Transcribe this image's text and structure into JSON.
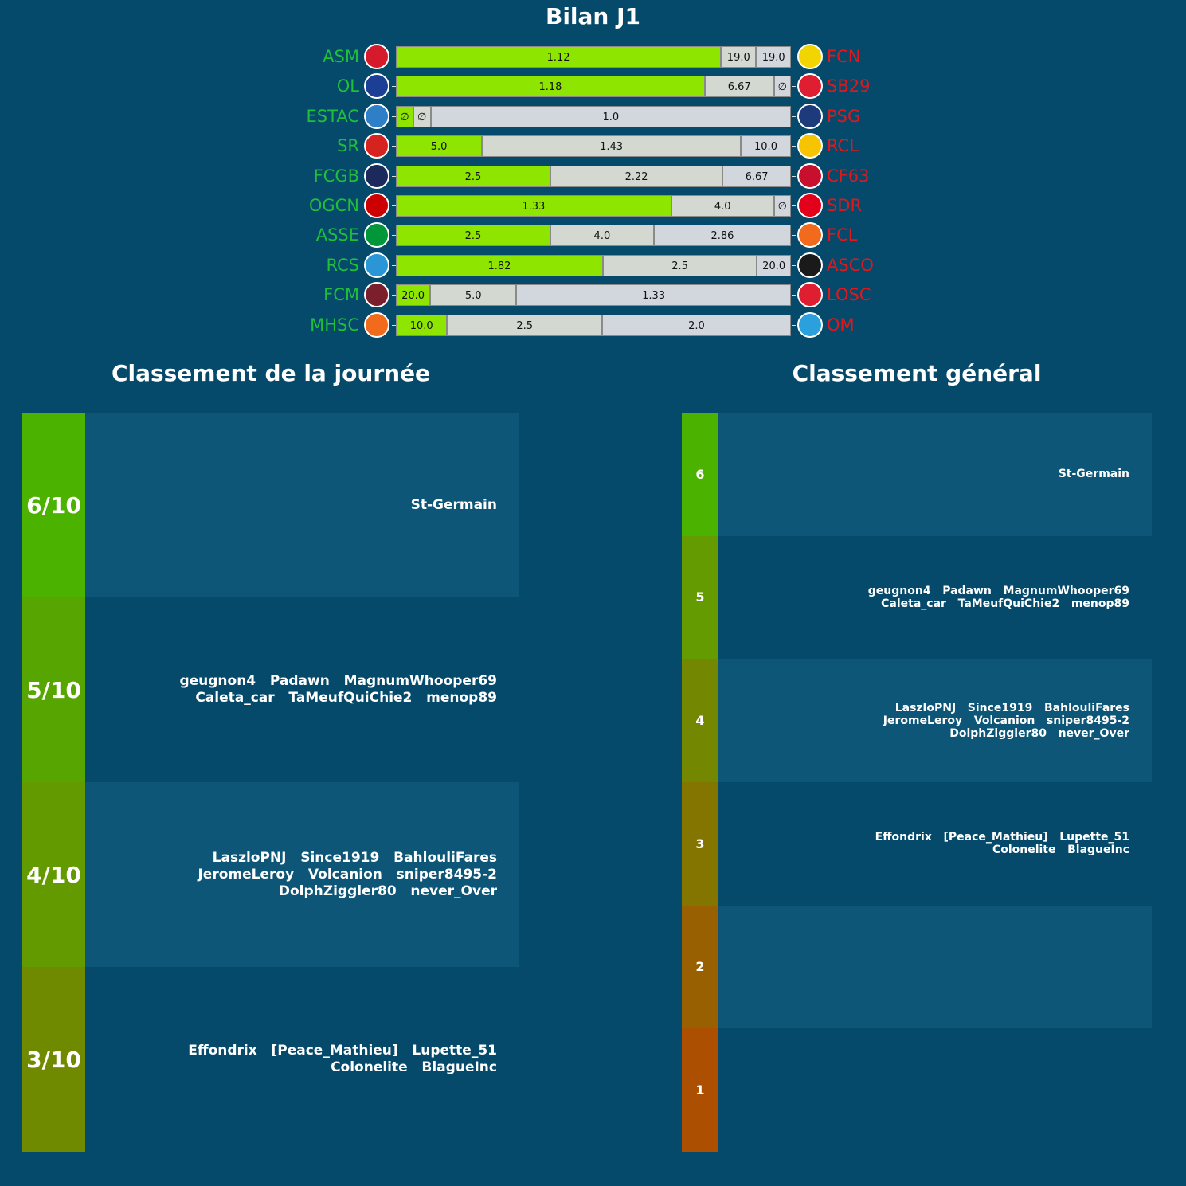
{
  "title": "Bilan J1",
  "left_title": "Classement de la journée",
  "right_title": "Classement général",
  "colors": {
    "home": "#1fbf3a",
    "away": "#e0181e",
    "bar_win": "#8ee600",
    "bar_draw": "#d3d9d0",
    "bar_loss": "#d2d6dd"
  },
  "chart_data": [
    {
      "type": "bar",
      "orientation": "horizontal-stacked",
      "title": "Bilan J1",
      "series_note": "segments: home win / draw / away win, labels are printed values",
      "matches": [
        {
          "home": "ASM",
          "away": "FCN",
          "shares": [
            0.823,
            0.089,
            0.088
          ],
          "labels": [
            "1.12",
            "19.0",
            "19.0"
          ],
          "home_color": "#d51b2b",
          "away_color": "#f2d400"
        },
        {
          "home": "OL",
          "away": "SB29",
          "shares": [
            0.782,
            0.175,
            0.043
          ],
          "labels": [
            "1.18",
            "6.67",
            "∅"
          ],
          "home_color": "#1c3f95",
          "away_color": "#e01e32"
        },
        {
          "home": "ESTAC",
          "away": "PSG",
          "shares": [
            0.044,
            0.044,
            0.912
          ],
          "labels": [
            "∅",
            "∅",
            "1.0"
          ],
          "home_color": "#2f7ec8",
          "away_color": "#1d3b7a"
        },
        {
          "home": "SR",
          "away": "RCL",
          "shares": [
            0.218,
            0.655,
            0.127
          ],
          "labels": [
            "5.0",
            "1.43",
            "10.0"
          ],
          "home_color": "#d6231f",
          "away_color": "#f6c400"
        },
        {
          "home": "FCGB",
          "away": "CF63",
          "shares": [
            0.391,
            0.436,
            0.173
          ],
          "labels": [
            "2.5",
            "2.22",
            "6.67"
          ],
          "home_color": "#1b2a5a",
          "away_color": "#c8102e"
        },
        {
          "home": "OGCN",
          "away": "SDR",
          "shares": [
            0.697,
            0.26,
            0.043
          ],
          "labels": [
            "1.33",
            "4.0",
            "∅"
          ],
          "home_color": "#cc0000",
          "away_color": "#e2001a"
        },
        {
          "home": "ASSE",
          "away": "FCL",
          "shares": [
            0.391,
            0.262,
            0.347
          ],
          "labels": [
            "2.5",
            "4.0",
            "2.86"
          ],
          "home_color": "#009639",
          "away_color": "#f26a1b"
        },
        {
          "home": "RCS",
          "away": "ASCO",
          "shares": [
            0.524,
            0.39,
            0.086
          ],
          "labels": [
            "1.82",
            "2.5",
            "20.0"
          ],
          "home_color": "#2a96d6",
          "away_color": "#1a1a1a"
        },
        {
          "home": "FCM",
          "away": "LOSC",
          "shares": [
            0.087,
            0.218,
            0.695
          ],
          "labels": [
            "20.0",
            "5.0",
            "1.33"
          ],
          "home_color": "#7a1f2b",
          "away_color": "#e01e32"
        },
        {
          "home": "MHSC",
          "away": "OM",
          "shares": [
            0.13,
            0.392,
            0.478
          ],
          "labels": [
            "10.0",
            "2.5",
            "2.0"
          ],
          "home_color": "#f26a1b",
          "away_color": "#2aa0dc"
        }
      ]
    },
    {
      "type": "table",
      "title": "Classement de la journée",
      "tiers": [
        {
          "label": "6/10",
          "color": "#4bb300",
          "lines": [
            "St-Germain"
          ]
        },
        {
          "label": "5/10",
          "color": "#57a500",
          "lines": [
            "geugnon4   Padawn   MagnumWhooper69",
            "Caleta_car   TaMeufQuiChie2   menop89"
          ]
        },
        {
          "label": "4/10",
          "color": "#629a00",
          "lines": [
            "LaszloPNJ   Since1919   BahlouliFares",
            "JeromeLeroy   Volcanion   sniper8495-2",
            "DolphZiggler80   never_Over"
          ]
        },
        {
          "label": "3/10",
          "color": "#708a00",
          "lines": [
            "Effondrix   [Peace_Mathieu]   Lupette_51",
            "Colonelite   BlagueInc"
          ]
        }
      ]
    },
    {
      "type": "table",
      "title": "Classement général",
      "tiers": [
        {
          "label": "6",
          "color": "#4bb300",
          "lines": [
            "St-Germain"
          ]
        },
        {
          "label": "5",
          "color": "#639b00",
          "lines": [
            "geugnon4   Padawn   MagnumWhooper69",
            "Caleta_car   TaMeufQuiChie2   menop89"
          ]
        },
        {
          "label": "4",
          "color": "#738700",
          "lines": [
            "LaszloPNJ   Since1919   BahlouliFares",
            "JeromeLeroy   Volcanion   sniper8495-2",
            "DolphZiggler80   never_Over"
          ]
        },
        {
          "label": "3",
          "color": "#847500",
          "lines": [
            "Effondrix   [Peace_Mathieu]   Lupette_51",
            "Colonelite   BlagueInc"
          ]
        },
        {
          "label": "2",
          "color": "#986000",
          "lines": []
        },
        {
          "label": "1",
          "color": "#ac4f00",
          "lines": []
        }
      ]
    }
  ]
}
